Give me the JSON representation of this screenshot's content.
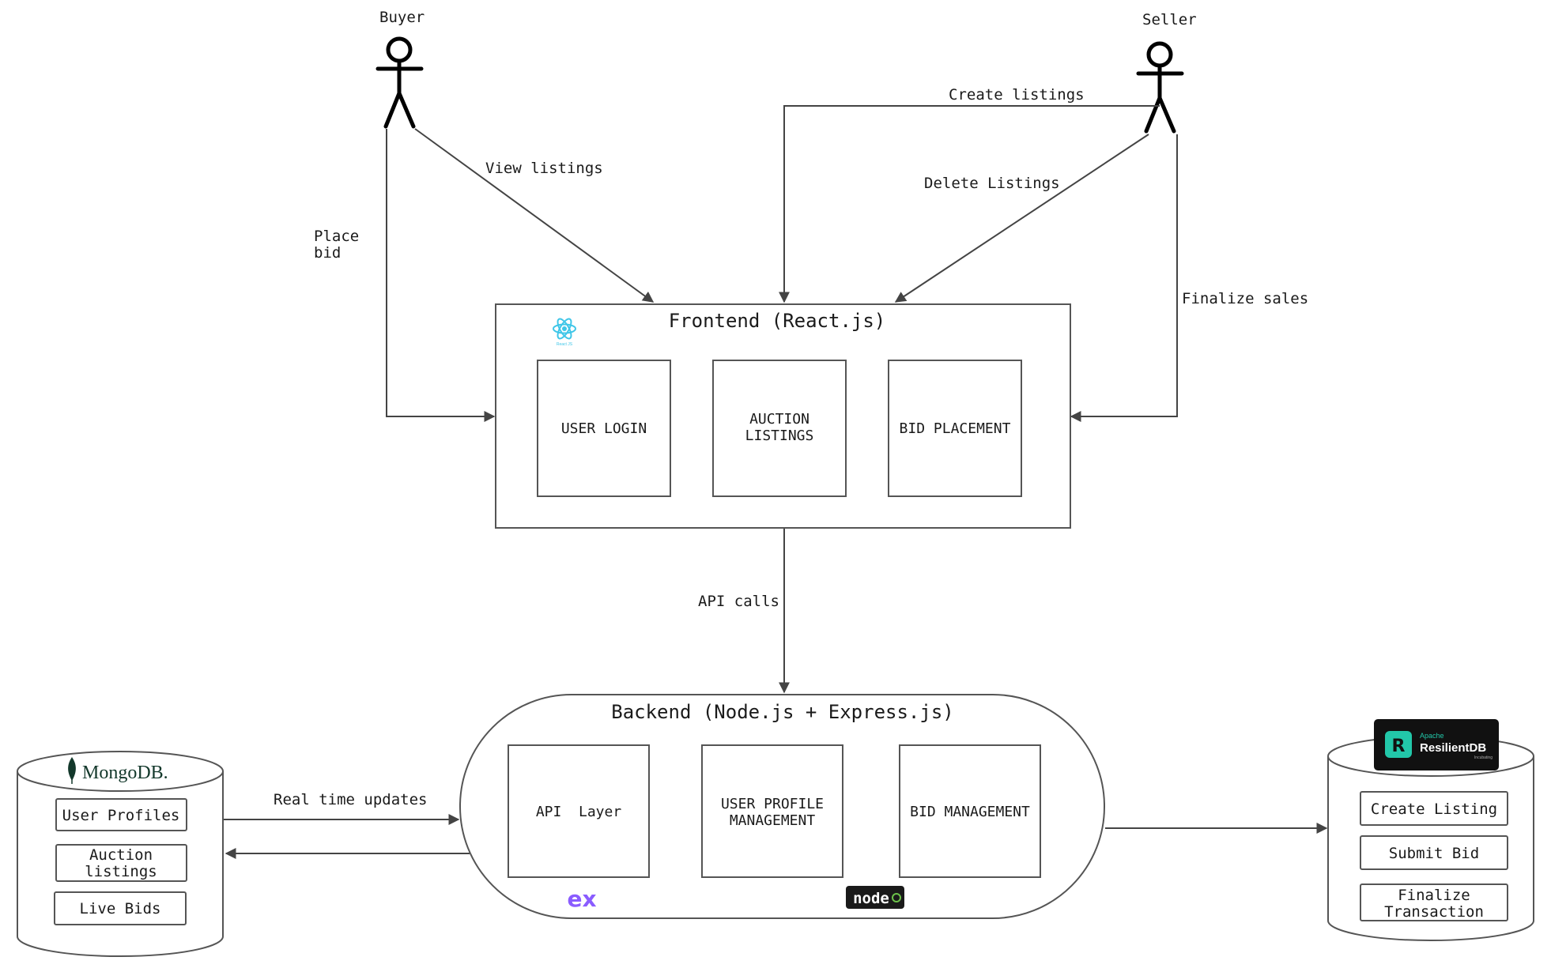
{
  "actors": {
    "buyer": "Buyer",
    "seller": "Seller"
  },
  "edges": {
    "view_listings": "View listings",
    "place_bid_1": "Place",
    "place_bid_2": "bid",
    "create_listings": "Create listings",
    "delete_listings": "Delete Listings",
    "finalize_sales": "Finalize sales",
    "api_calls": "API calls",
    "real_time_updates": "Real time updates"
  },
  "frontend": {
    "title": "Frontend (React.js)",
    "boxes": {
      "user_login": "USER LOGIN",
      "auction_listings_1": "AUCTION",
      "auction_listings_2": "LISTINGS",
      "bid_placement": "BID PLACEMENT"
    },
    "react_logo_text": "React JS"
  },
  "backend": {
    "title": "Backend (Node.js + Express.js)",
    "boxes": {
      "api_layer": "API  Layer",
      "user_profile_1": "USER PROFILE",
      "user_profile_2": "MANAGEMENT",
      "bid_management": "BID MANAGEMENT"
    },
    "express_logo_text": "ex",
    "node_logo_text": "node"
  },
  "mongodb": {
    "logo_text": "MongoDB.",
    "items": {
      "user_profiles": "User Profiles",
      "auction_listings_1": "Auction",
      "auction_listings_2": "listings",
      "live_bids": "Live Bids"
    }
  },
  "resilientdb": {
    "logo_small": "Apache",
    "logo_name": "ResilientDB",
    "logo_sub": "Incubating",
    "items": {
      "create_listing": "Create Listing",
      "submit_bid": "Submit Bid",
      "finalize_1": "Finalize",
      "finalize_2": "Transaction"
    }
  },
  "colors": {
    "react": "#3fc6e8",
    "mongo_leaf": "#13382b",
    "express_1": "#7b5cff",
    "express_2": "#c86bff",
    "node_bg": "#1a1a1a",
    "node_dot": "#6cc24a",
    "resilient_bg": "#111111",
    "resilient_mark": "#22c7a9"
  }
}
